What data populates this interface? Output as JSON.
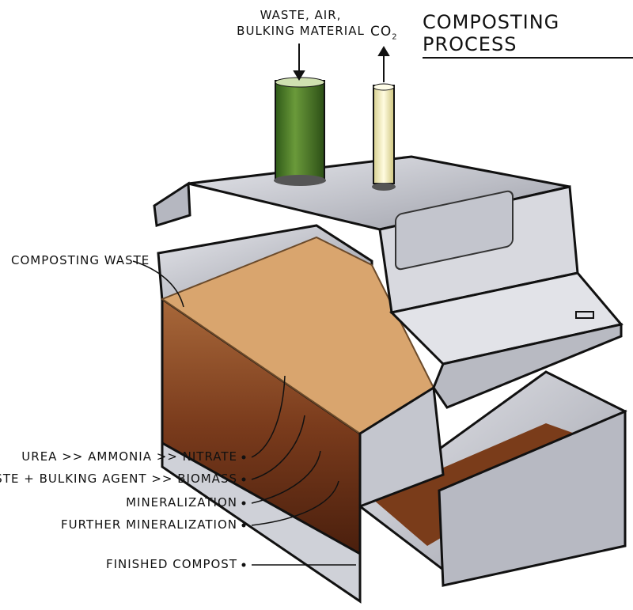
{
  "title": "Composting Process",
  "inputs": {
    "line1": "Waste, Air,",
    "line2": "Bulking Material"
  },
  "output": {
    "label": "CO",
    "subscript": "2"
  },
  "labels": {
    "composting_waste": "Composting Waste",
    "urea": "Urea >> Ammonia >> Nitrate",
    "biomass": "Waste + Bulking Agent >> Biomass",
    "mineralization": "Mineralization",
    "further": "Further Mineralization",
    "finished": "Finished Compost"
  },
  "colors": {
    "input_cylinder": "#4e7a2a",
    "output_cylinder": "#f3eec0",
    "sand": "#d9a56e",
    "soil": "#7a3b1c",
    "metal": "#c9cbd2"
  }
}
